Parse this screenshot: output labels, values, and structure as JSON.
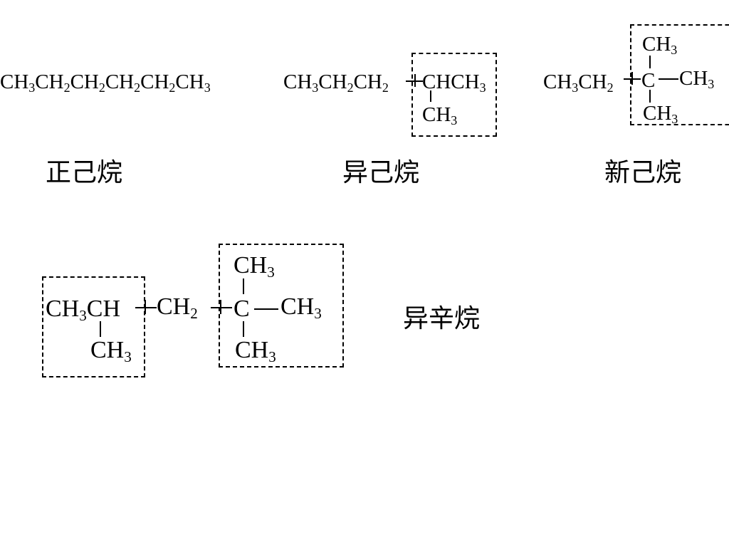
{
  "structures": {
    "n_hexane": {
      "formula": [
        "CH",
        "3",
        "CH",
        "2",
        "CH",
        "2",
        "CH",
        "2",
        "CH",
        "2",
        "CH",
        "3"
      ],
      "name": "正己烷"
    },
    "isohexane": {
      "chain": [
        "CH",
        "3",
        "CH",
        "2",
        "CH",
        "2"
      ],
      "branch_group": [
        "CHCH",
        "3"
      ],
      "methyl": [
        "CH",
        "3"
      ],
      "name": "异己烷"
    },
    "neohexane": {
      "chain": [
        "CH",
        "3",
        "CH",
        "2"
      ],
      "center": "C",
      "top_methyl": [
        "CH",
        "3"
      ],
      "right_methyl": [
        "CH",
        "3"
      ],
      "bottom_methyl": [
        "CH",
        "3"
      ],
      "name": "新己烷"
    },
    "isooctane": {
      "left_group": [
        "CH",
        "3",
        "CH"
      ],
      "left_methyl": [
        "CH",
        "3"
      ],
      "middle": [
        "CH",
        "2"
      ],
      "center": "C",
      "top_methyl": [
        "CH",
        "3"
      ],
      "right_methyl": [
        "CH",
        "3"
      ],
      "bottom_methyl": [
        "CH",
        "3"
      ],
      "name": "异辛烷"
    }
  }
}
